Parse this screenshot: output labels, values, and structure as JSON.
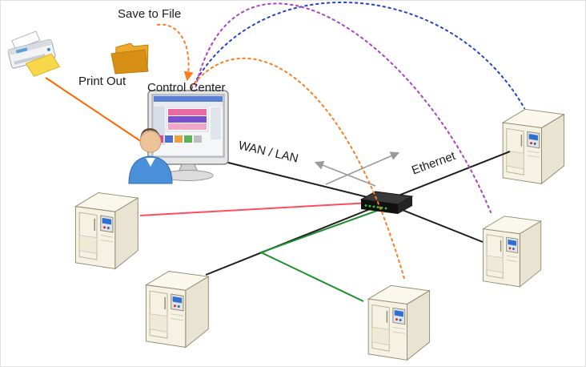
{
  "diagram": {
    "labels": {
      "save_to_file": "Save to File",
      "print_out": "Print Out",
      "control_center": "Control Center",
      "wan_lan": "WAN / LAN",
      "ethernet": "Ethernet"
    },
    "colors": {
      "print_line": "#ff6600",
      "save_curve": "#ff7b1c",
      "orange_curve": "#ff7b1c",
      "blue_curve": "#2244cc",
      "purple_curve": "#b13cc9",
      "red_link": "#ff4d5e",
      "green_link": "#1e8f2e",
      "black_link": "#1c1c1c",
      "arrow_gray": "#9a9a9a"
    },
    "icons": {
      "printer": "printer-icon",
      "save_folder": "folder-icon",
      "control_center": "monitor-user-icon",
      "network_switch": "network-switch-icon",
      "chamber": "test-chamber-icon"
    }
  }
}
